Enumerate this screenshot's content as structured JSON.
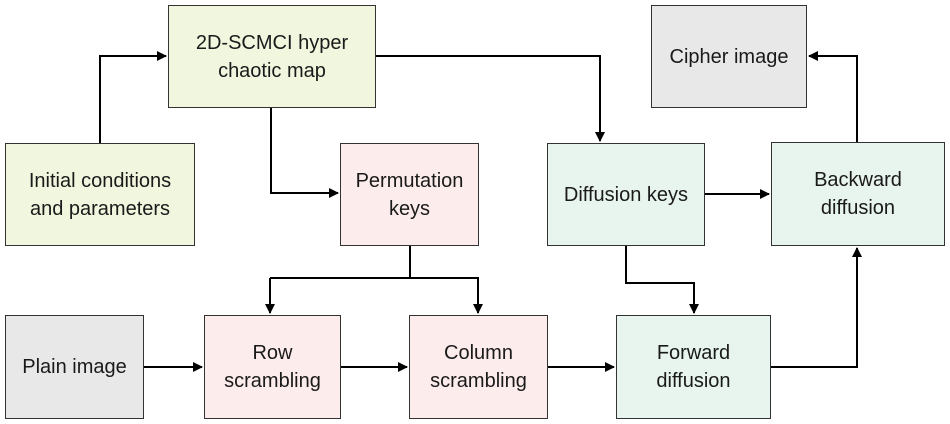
{
  "diagram": {
    "colors": {
      "green": "#f1f6df",
      "pink": "#fdecec",
      "mint": "#e8f4ee",
      "gray": "#e8e8e8",
      "border": "#333333",
      "arrow": "#000000"
    },
    "nodes": {
      "map": {
        "label": "2D-SCMCI hyper\nchaotic map",
        "color": "green"
      },
      "init": {
        "label": "Initial conditions\nand parameters",
        "color": "green"
      },
      "perm_keys": {
        "label": "Permutation\nkeys",
        "color": "pink"
      },
      "diff_keys": {
        "label": "Diffusion keys",
        "color": "mint"
      },
      "backward": {
        "label": "Backward\ndiffusion",
        "color": "mint"
      },
      "cipher": {
        "label": "Cipher image",
        "color": "gray"
      },
      "plain": {
        "label": "Plain image",
        "color": "gray"
      },
      "row": {
        "label": "Row\nscrambling",
        "color": "pink"
      },
      "col": {
        "label": "Column\nscrambling",
        "color": "pink"
      },
      "forward": {
        "label": "Forward\ndiffusion",
        "color": "mint"
      }
    },
    "edges": [
      {
        "from": "init",
        "to": "map"
      },
      {
        "from": "map",
        "to": "perm_keys"
      },
      {
        "from": "map",
        "to": "diff_keys"
      },
      {
        "from": "perm_keys",
        "to": "row"
      },
      {
        "from": "perm_keys",
        "to": "col"
      },
      {
        "from": "plain",
        "to": "row"
      },
      {
        "from": "row",
        "to": "col"
      },
      {
        "from": "col",
        "to": "forward"
      },
      {
        "from": "diff_keys",
        "to": "forward"
      },
      {
        "from": "diff_keys",
        "to": "backward"
      },
      {
        "from": "forward",
        "to": "backward"
      },
      {
        "from": "backward",
        "to": "cipher"
      }
    ]
  }
}
